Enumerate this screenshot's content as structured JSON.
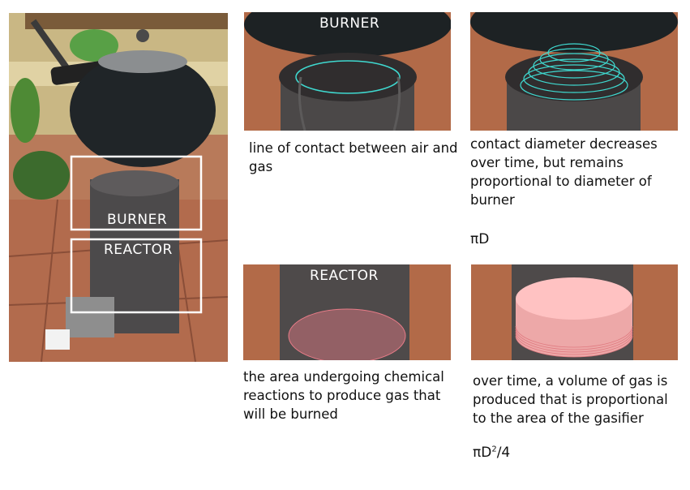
{
  "labels": {
    "burner": "BURNER",
    "reactor": "REACTOR"
  },
  "captions": {
    "burner_contact_line": "line of contact between air and gas",
    "burner_contact_decrease": "contact diameter decreases over time, but remains proportional to diameter of burner",
    "reactor_area": "the area undergoing chemical reactions to produce gas that will be burned",
    "reactor_volume": "over time, a volume of gas is produced that is proportional to the area of the gasifier"
  },
  "formulas": {
    "perimeter": "πD",
    "area_prefix": "πD",
    "area_exponent": "2",
    "area_suffix": "/4"
  },
  "colors": {
    "contact_line": "#3fd9d0",
    "reaction_area": "#e87c88",
    "gas_volume": "#ffb3b3"
  }
}
